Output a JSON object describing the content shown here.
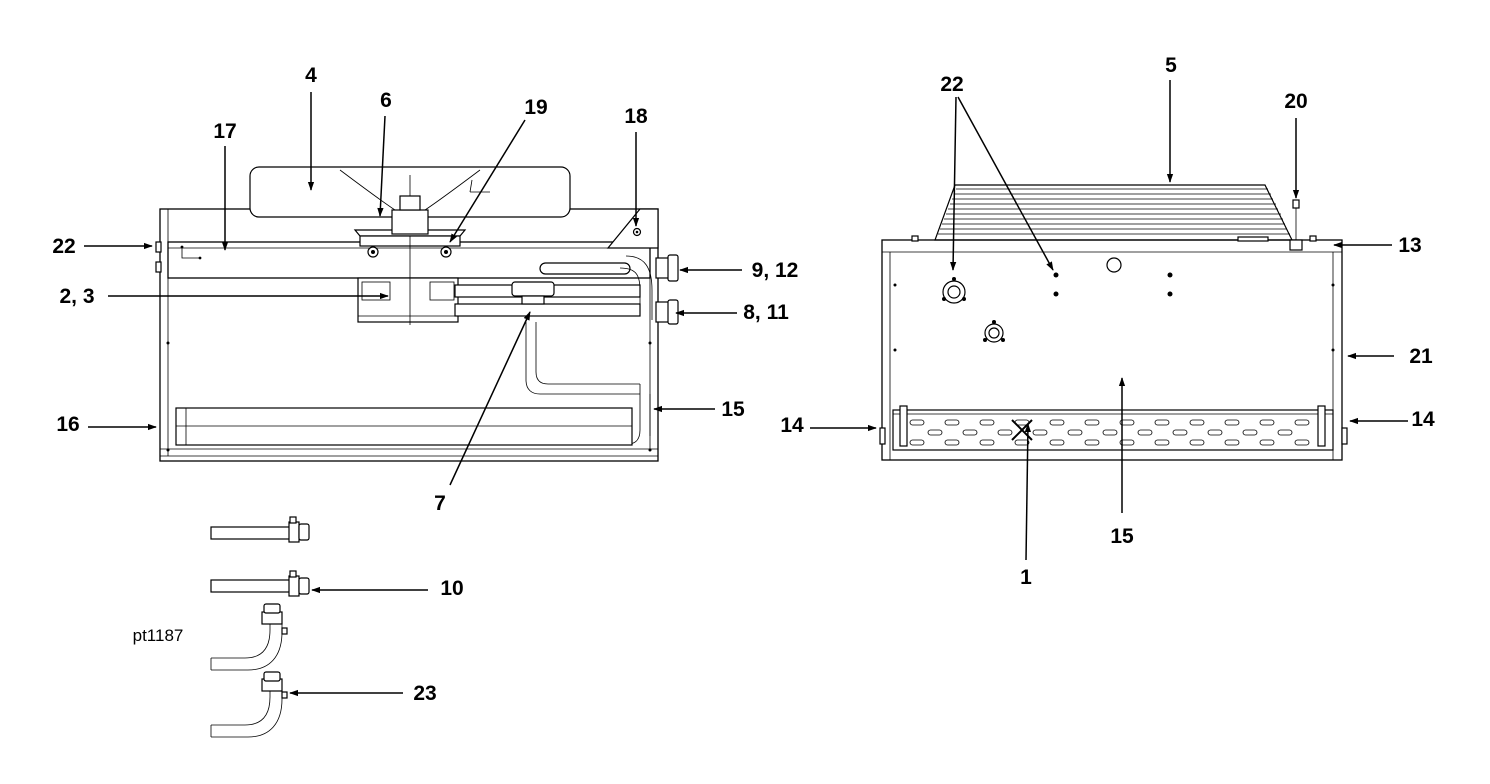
{
  "figure_id": "pt1187",
  "left_view_callouts": {
    "c4": "4",
    "c6": "6",
    "c19": "19",
    "c17": "17",
    "c18": "18",
    "c22": "22",
    "c9_12": "9, 12",
    "c2_3": "2, 3",
    "c8_11": "8, 11",
    "c15": "15",
    "c16": "16",
    "c7": "7",
    "c10": "10",
    "c23": "23"
  },
  "right_view_callouts": {
    "c22": "22",
    "c5": "5",
    "c20": "20",
    "c13": "13",
    "c21": "21",
    "c14_left": "14",
    "c14_right": "14",
    "c15": "15",
    "c1": "1"
  }
}
